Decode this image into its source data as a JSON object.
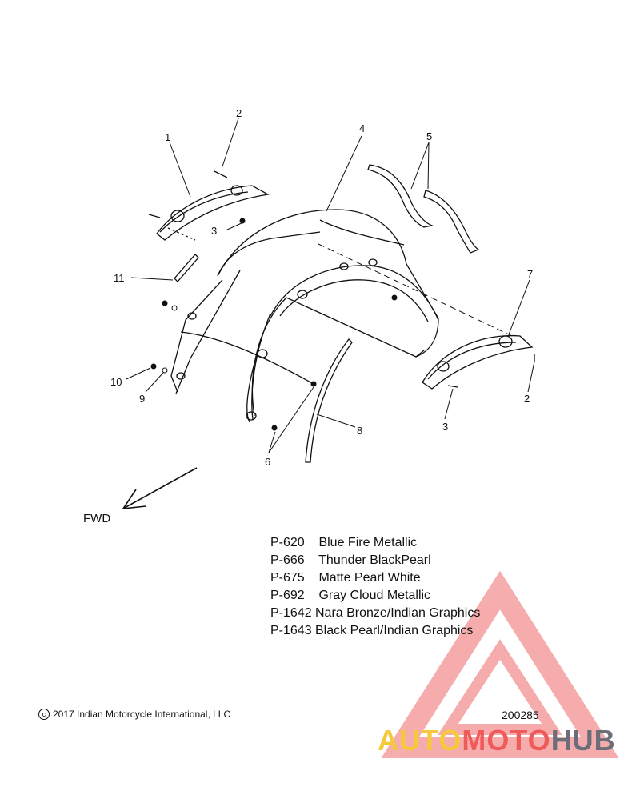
{
  "callouts": [
    {
      "num": "1"
    },
    {
      "num": "2"
    },
    {
      "num": "3"
    },
    {
      "num": "4"
    },
    {
      "num": "5"
    },
    {
      "num": "11"
    },
    {
      "num": "10"
    },
    {
      "num": "9"
    },
    {
      "num": "6"
    },
    {
      "num": "8"
    },
    {
      "num": "7"
    },
    {
      "num": "2"
    },
    {
      "num": "3"
    }
  ],
  "direction_label": "FWD",
  "paint_codes": [
    {
      "code": "P-620",
      "name": "Blue Fire Metallic"
    },
    {
      "code": "P-666",
      "name": "Thunder BlackPearl"
    },
    {
      "code": "P-675",
      "name": "Matte Pearl White"
    },
    {
      "code": "P-692",
      "name": "Gray Cloud Metallic"
    },
    {
      "code": "P-1642",
      "name": "Nara Bronze/Indian Graphics"
    },
    {
      "code": "P-1643",
      "name": "Black Pearl/Indian Graphics"
    }
  ],
  "copyright": "2017 Indian Motorcycle International, LLC",
  "drawing_number": "200285",
  "watermark": {
    "part1": "AUTO",
    "part2": "MOTO",
    "part3": "HUB",
    "colors": {
      "yellow": "#f5c93a",
      "red": "#ef5b5b",
      "gray": "#6b6e78"
    }
  }
}
